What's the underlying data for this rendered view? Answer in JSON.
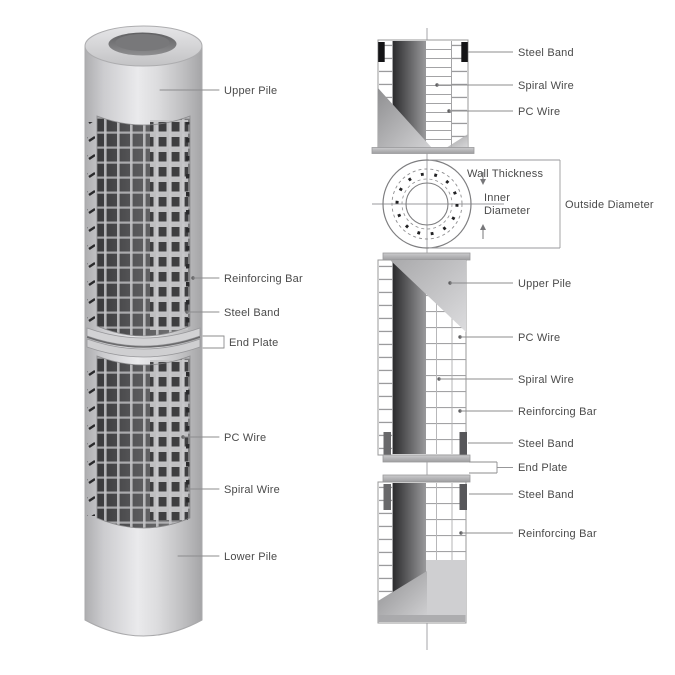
{
  "diagram": {
    "subject": "PHC concrete pile structure diagram",
    "left_figure": {
      "labels": {
        "upper_pile": "Upper Pile",
        "reinforcing_bar": "Reinforcing Bar",
        "steel_band": "Steel Band",
        "end_plate": "End Plate",
        "pc_wire": "PC Wire",
        "spiral_wire": "Spiral Wire",
        "lower_pile": "Lower Pile"
      }
    },
    "right_top_section": {
      "labels": {
        "steel_band": "Steel Band",
        "spiral_wire": "Spiral Wire",
        "pc_wire": "PC Wire"
      }
    },
    "cross_section": {
      "labels": {
        "wall_thickness": "Wall Thickness",
        "inner_diameter_line1": "Inner",
        "inner_diameter_line2": "Diameter",
        "outside_diameter": "Outside Diameter"
      }
    },
    "right_lower_section": {
      "labels": {
        "upper_pile": "Upper Pile",
        "pc_wire": "PC Wire",
        "spiral_wire": "Spiral Wire",
        "reinforcing_bar": "Reinforcing Bar",
        "steel_band_upper": "Steel Band",
        "end_plate": "End Plate",
        "steel_band_lower": "Steel Band",
        "reinforcing_bar_lower": "Reinforcing Bar"
      }
    },
    "colors": {
      "background": "#ffffff",
      "label_text": "#4a4a4a",
      "leader_line": "#8c8c8e",
      "pile_body_light": "#d8d8da",
      "cage_dark": "#4b4b4d",
      "steel_band_dark": "#141416"
    }
  }
}
